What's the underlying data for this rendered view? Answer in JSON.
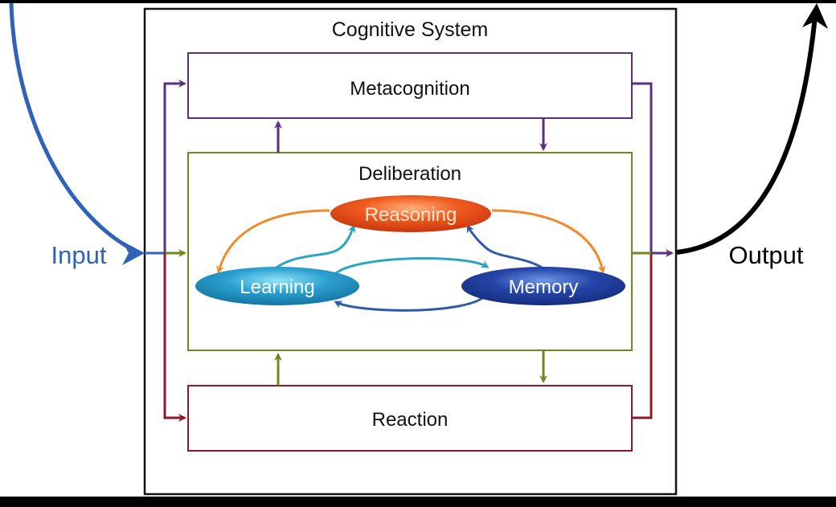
{
  "diagram": {
    "system_title": "Cognitive System",
    "input_label": "Input",
    "output_label": "Output",
    "metacognition_label": "Metacognition",
    "deliberation_label": "Deliberation",
    "reaction_label": "Reaction",
    "reasoning_label": "Reasoning",
    "learning_label": "Learning",
    "memory_label": "Memory"
  },
  "colors": {
    "input_arrow": "#2f63b8",
    "output_arrow": "#000000",
    "metacognition": "#5b2e7e",
    "deliberation": "#6e8a1e",
    "reaction": "#8b1a2a",
    "reasoning_fill": "#e24a1a",
    "learning_fill": "#1f8fc4",
    "memory_fill": "#1d3f9a",
    "orange_arrow": "#f08a2a",
    "teal_arrow": "#2aa6c4",
    "blue_arrow": "#2e5aa8"
  }
}
